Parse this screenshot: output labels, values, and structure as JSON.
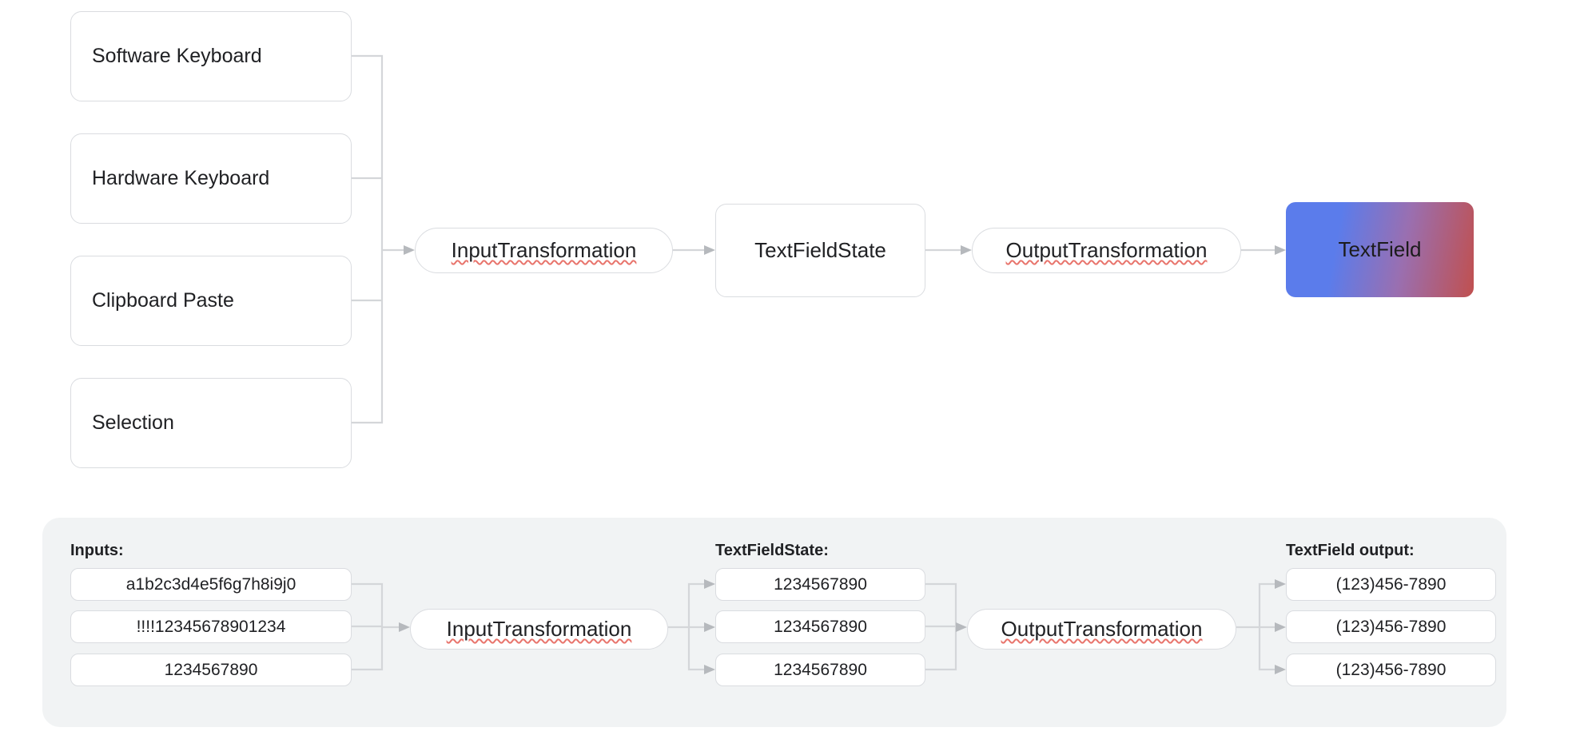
{
  "diagram": {
    "title_semantic": "text-field-transformation-pipeline",
    "sources": [
      {
        "label": "Software Keyboard"
      },
      {
        "label": "Hardware Keyboard"
      },
      {
        "label": "Clipboard Paste"
      },
      {
        "label": "Selection"
      }
    ],
    "pipeline": {
      "input_transformation": "InputTransformation",
      "text_field_state": "TextFieldState",
      "output_transformation": "OutputTransformation",
      "text_field": "TextField"
    },
    "colors": {
      "node_border": "#dadce0",
      "node_fill": "#ffffff",
      "text": "#202124",
      "wire": "#d4d6d9",
      "panel_bg": "#f1f3f4",
      "textfield_gradient_start": "#5b7ceb",
      "textfield_gradient_mid": "#9a6fb0",
      "textfield_gradient_end": "#c0504f",
      "spellcheck_underline": "#e8746c"
    }
  },
  "example_panel": {
    "columns": {
      "inputs_title": "Inputs:",
      "state_title": "TextFieldState:",
      "output_title": "TextField output:"
    },
    "inputs": [
      "a1b2c3d4e5f6g7h8i9j0",
      "!!!!12345678901234",
      "1234567890"
    ],
    "states": [
      "1234567890",
      "1234567890",
      "1234567890"
    ],
    "outputs": [
      "(123)456-7890",
      "(123)456-7890",
      "(123)456-7890"
    ],
    "input_transformation": "InputTransformation",
    "output_transformation": "OutputTransformation"
  }
}
